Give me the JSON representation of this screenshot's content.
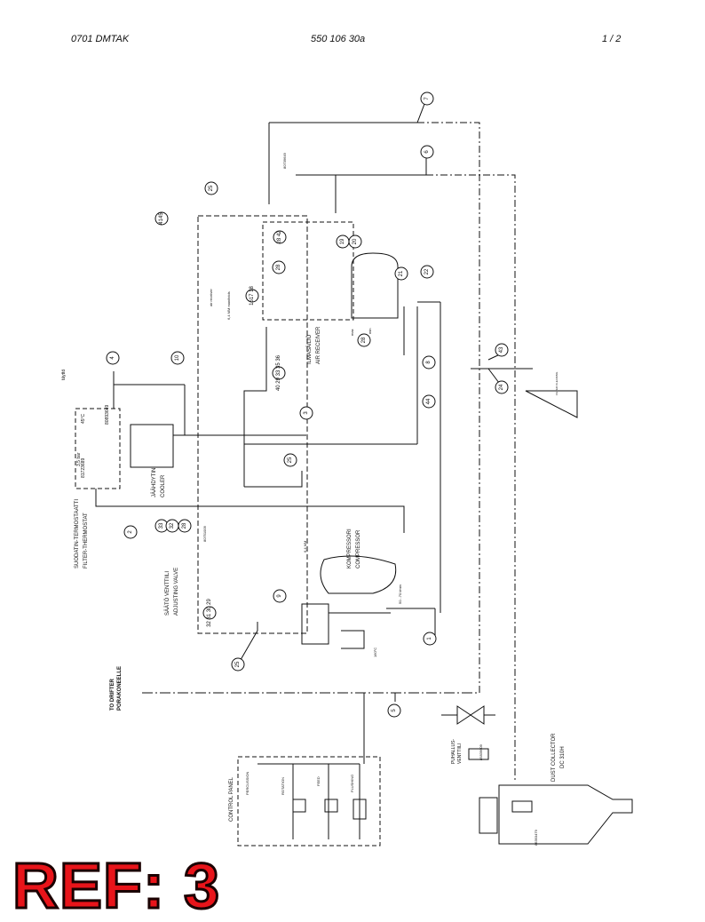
{
  "header": {
    "left": "0701 DMTAK",
    "center": "550 106 30a",
    "right": "1 /   2"
  },
  "ref_stamp": "REF: 3",
  "callouts": [
    "7",
    "6",
    "25",
    "4145",
    "1617 18",
    "28 42",
    "28",
    "19",
    "20",
    "21",
    "22",
    "10",
    "4",
    "3",
    "40 29 33 35 36",
    "44",
    "8",
    "43",
    "24",
    "25",
    "2",
    "33",
    "32",
    "28",
    "32 31 30 29",
    "9",
    "1",
    "25",
    "5",
    "28"
  ],
  "labels": {
    "ilmasailio": "ILMASÄILIÖ",
    "air_receiver": "AIR RECEIVER",
    "jaahdytin": "JÄÄHDYTIN",
    "cooler": "COOLER",
    "suodatin_fi": "SUODATIN-TERMOSTAATTI",
    "suodatin_en": "FILTER-THERMOSTAT",
    "saato_fi": "SÄÄTÖ VENTTIILI",
    "saato_en": "ADJUSTING VALVE",
    "kompressori": "KOMPRESSORI",
    "compressor": "COMPRESSOR",
    "to_drifter": "TO DRIFTER",
    "porakoneelle": "PORAKONEELLE",
    "control_panel": "CONTROL PANEL",
    "percussion": "PERCUSSION",
    "rotation": "ROTATION",
    "feed": "FEED",
    "flushing": "FLUSHING",
    "dust_collector": "DUST COLLECTOR",
    "dc_model": "DC 310H",
    "puhallus_fi": "PUHALLUS-",
    "puhallus_fi2": "VENTTIILI",
    "filter_cleaning": "FILTER CLEANING",
    "taytto": "täyttö",
    "temp": "45°C",
    "bar": "3,5 bar",
    "flow": "50...70 l/min",
    "temp2": "160°C",
    "manifold": "6,4 MM manifolds",
    "air_receiver_small": "air receiver",
    "pn1": "80893649",
    "pn2": "81723689",
    "pn3": "80751009",
    "pn4": "80739649",
    "pn5": "85839609",
    "pn6": "86393479",
    "max": "max",
    "min": "min",
    "mm64": "6,4 MM"
  }
}
